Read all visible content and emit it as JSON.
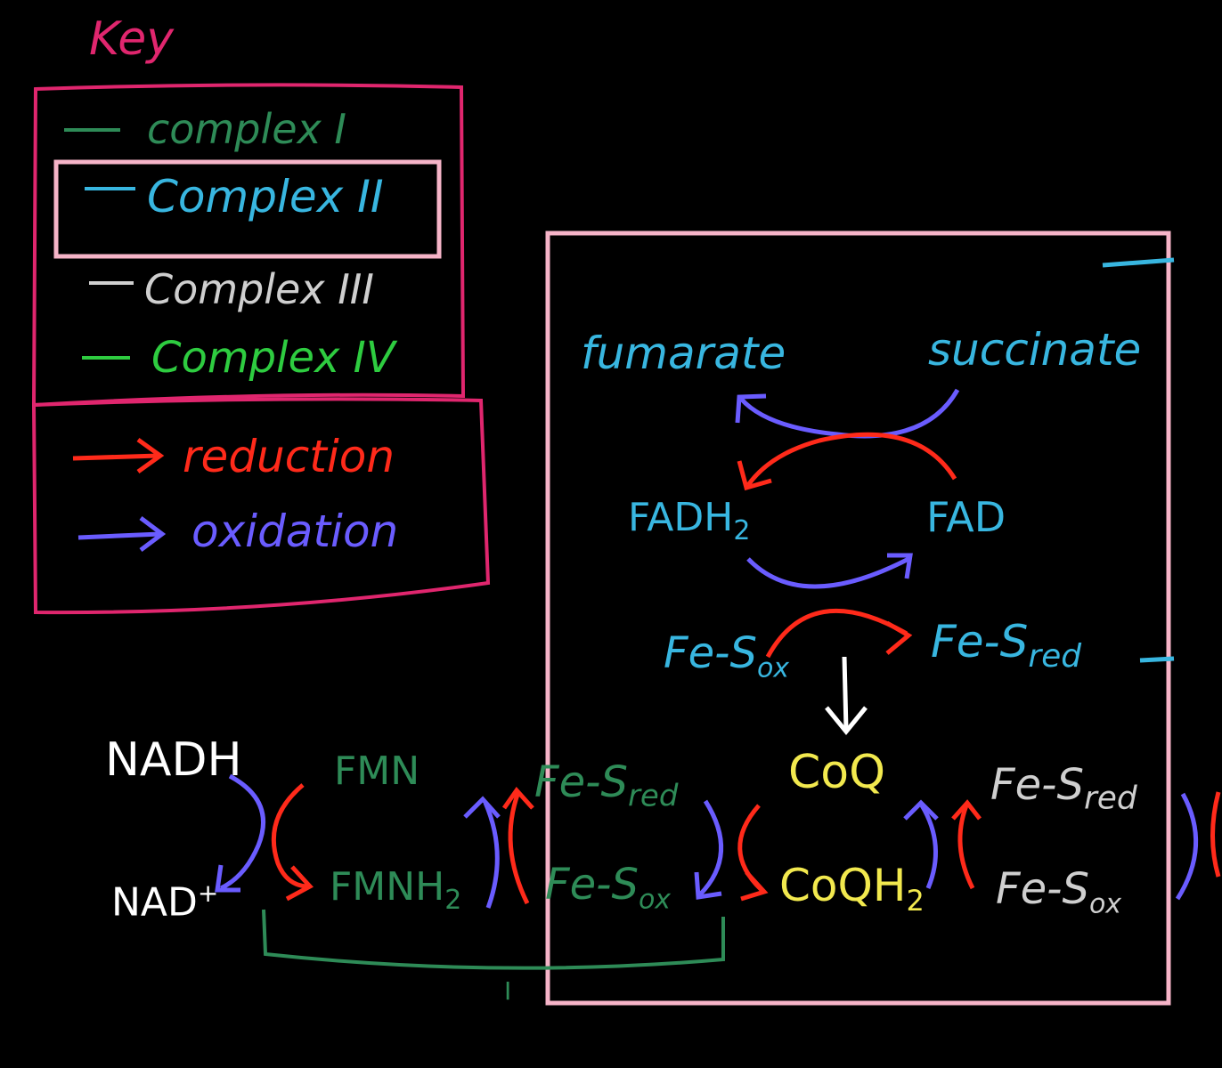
{
  "key": {
    "title": "Key",
    "items": [
      {
        "label": "complex I",
        "color": "#2e8b57"
      },
      {
        "label": "Complex II",
        "color": "#38b6e0",
        "highlighted": true
      },
      {
        "label": "Complex III",
        "color": "#cfcfcf"
      },
      {
        "label": "Complex IV",
        "color": "#2ecc40"
      }
    ],
    "arrows": [
      {
        "label": "reduction",
        "color": "#ff2a1a"
      },
      {
        "label": "oxidation",
        "color": "#6a5cff"
      }
    ],
    "frame_color": "#e0266e",
    "highlight_color": "#f6b4c8"
  },
  "complex2": {
    "box_color": "#f6b4c8",
    "fumarate": "fumarate",
    "succinate": "succinate",
    "fadh2": "FADH",
    "fadh2_sub": "2",
    "fad": "FAD",
    "fes_ox": "Fe-S",
    "fes_ox_sub": "ox",
    "fes_red": "Fe-S",
    "fes_red_sub": "red",
    "color": "#38b6e0"
  },
  "chain": {
    "nadh": "NADH",
    "nad": "NAD",
    "nad_sup": "+",
    "fmn": "FMN",
    "fmnh2": "FMNH",
    "fmnh2_sub": "2",
    "fes1_red": "Fe-S",
    "fes1_red_sub": "red",
    "fes1_ox": "Fe-S",
    "fes1_ox_sub": "ox",
    "coq": "CoQ",
    "coqh2": "CoQH",
    "coqh2_sub": "2",
    "fes3_red": "Fe-S",
    "fes3_red_sub": "red",
    "fes3_ox": "Fe-S",
    "fes3_ox_sub": "ox",
    "bracket_label": "I",
    "colors": {
      "nad": "#ffffff",
      "complex1": "#2e8b57",
      "coq": "#f2e94e",
      "complex3": "#cfcfcf"
    }
  }
}
